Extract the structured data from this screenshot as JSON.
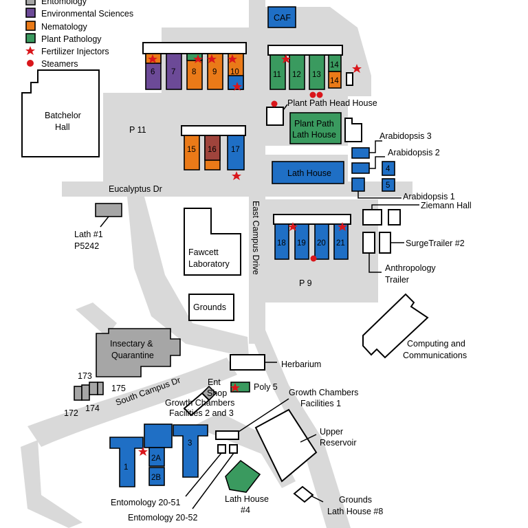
{
  "legend": {
    "items": [
      {
        "label": "Entomology",
        "color": "#a6a6a6",
        "symbol": "square"
      },
      {
        "label": "Environmental Sciences",
        "color": "#6c4a97",
        "symbol": "square"
      },
      {
        "label": "Nematology",
        "color": "#ea7a18",
        "symbol": "square"
      },
      {
        "label": "Plant Pathology",
        "color": "#3a9a5f",
        "symbol": "square"
      },
      {
        "label": "Fertilizer Injectors",
        "color": "#d9161b",
        "symbol": "star"
      },
      {
        "label": "Steamers",
        "color": "#d9161b",
        "symbol": "dot"
      }
    ]
  },
  "roads": {
    "eucalyptus": "Eucalyptus Dr",
    "east_campus": "East Campus Drive",
    "south_campus": "South Campus Dr"
  },
  "lots": {
    "p11": "P 11",
    "p9": "P 9"
  },
  "buildings": {
    "caf": "CAF",
    "batchelor_1": "Batchelor",
    "batchelor_2": "Hall",
    "pp_head_house": "Plant Path Head House",
    "pp_lath_1": "Plant Path",
    "pp_lath_2": "Lath House",
    "arabidopsis3": "Arabidopsis 3",
    "arabidopsis2": "Arabidopsis 2",
    "arabidopsis1": "Arabidopsis 1",
    "lath_house": "Lath House",
    "ziemann": "Ziemann Hall",
    "surge": "SurgeTrailer #2",
    "anthro_1": "Anthropology",
    "anthro_2": "Trailer",
    "lath1_1": "Lath #1",
    "lath1_2": "P5242",
    "fawcett_1": "Fawcett",
    "fawcett_2": "Laboratory",
    "grounds": "Grounds",
    "insectary_1": "Insectary  &",
    "insectary_2": "Quarantine",
    "computing_1": "Computing and",
    "computing_2": "Communications",
    "herbarium": "Herbarium",
    "poly5": "Poly 5",
    "ent_shop_1": "Ent",
    "ent_shop_2": "Shop",
    "gc23_1": "Growth  Chambers",
    "gc23_2": "Facilities 2 and 3",
    "gc1_1": "Growth  Chambers",
    "gc1_2": "Facilities 1",
    "reservoir_1": "Upper",
    "reservoir_2": "Reservoir",
    "lh4_1": "Lath House",
    "lh4_2": "#4",
    "glh8_1": "Grounds",
    "glh8_2": "Lath House #8",
    "ent2051": "Entomology 20-51",
    "ent2052": "Entomology 20-52",
    "b172": "172",
    "b173": "173",
    "b174": "174",
    "b175": "175"
  },
  "greenhouses": {
    "g1": "1",
    "g2a": "2A",
    "g2b": "2B",
    "g3": "3",
    "g6": "6",
    "g7": "7",
    "g8": "8",
    "g9": "9",
    "g10": "10",
    "g11": "11",
    "g12": "12",
    "g13": "13",
    "g14a": "14",
    "g14b": "14",
    "g15": "15",
    "g16": "16",
    "g17": "17",
    "g18": "18",
    "g19": "19",
    "g20": "20",
    "g21": "21",
    "a4": "4",
    "a5": "5"
  }
}
